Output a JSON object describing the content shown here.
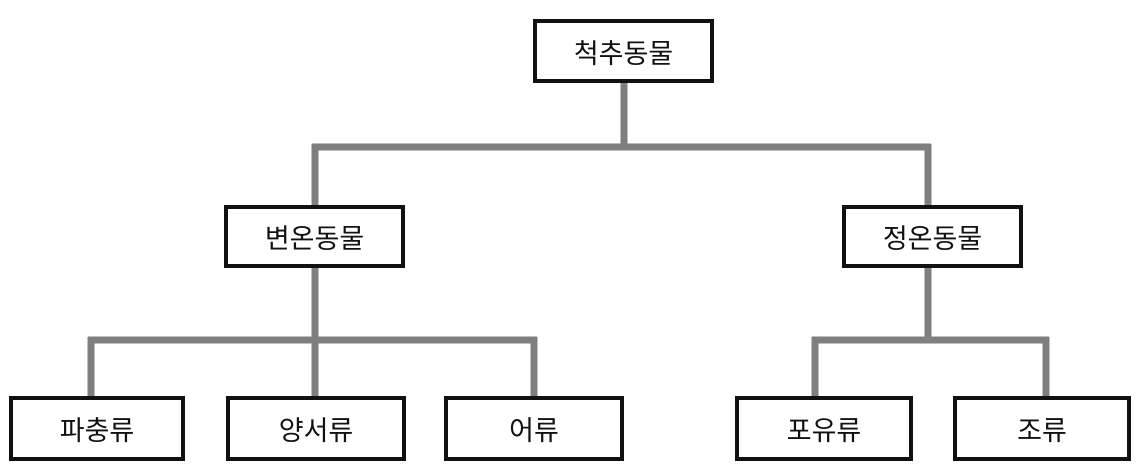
{
  "diagram": {
    "type": "tree",
    "line_color": "#7f7f7f",
    "box_border_color": "#111111",
    "nodes": {
      "root": "척추동물",
      "cold": "변온동물",
      "warm": "정온동물",
      "reptile": "파충류",
      "amphibian": "양서류",
      "fish": "어류",
      "mammal": "포유류",
      "bird": "조류"
    },
    "edges": [
      [
        "root",
        "cold"
      ],
      [
        "root",
        "warm"
      ],
      [
        "cold",
        "reptile"
      ],
      [
        "cold",
        "amphibian"
      ],
      [
        "cold",
        "fish"
      ],
      [
        "warm",
        "mammal"
      ],
      [
        "warm",
        "bird"
      ]
    ]
  }
}
